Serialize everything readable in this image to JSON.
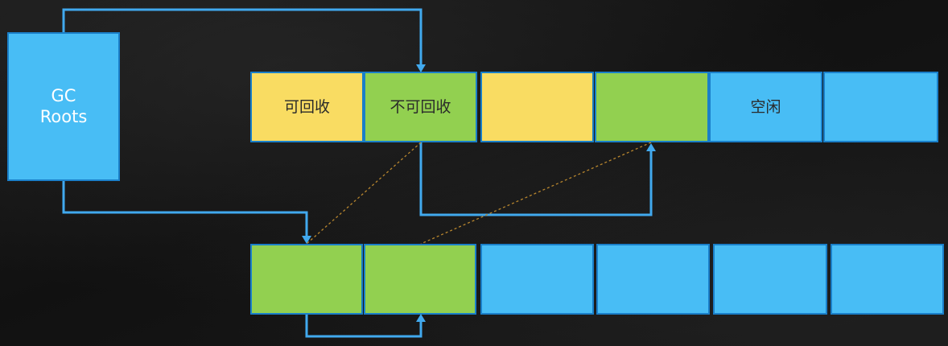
{
  "gc_roots": {
    "line1": "GC",
    "line2": "Roots"
  },
  "from_space": [
    {
      "label": "可回收",
      "state": "yellow"
    },
    {
      "label": "不可回收",
      "state": "green"
    },
    {
      "label": "",
      "state": "yellow"
    },
    {
      "label": "",
      "state": "green"
    },
    {
      "label": "空闲",
      "state": "blue"
    },
    {
      "label": "",
      "state": "blue"
    }
  ],
  "to_space": [
    {
      "label": "",
      "state": "green"
    },
    {
      "label": "",
      "state": "green"
    },
    {
      "label": "",
      "state": "blue"
    },
    {
      "label": "",
      "state": "blue"
    },
    {
      "label": "",
      "state": "blue"
    },
    {
      "label": "",
      "state": "blue"
    }
  ],
  "colors": {
    "yellow": "#f9dc62",
    "green": "#92d050",
    "blue": "#48bdf5",
    "arrow": "#41a9ee",
    "dashed": "#b8862e",
    "background": "#161616"
  }
}
